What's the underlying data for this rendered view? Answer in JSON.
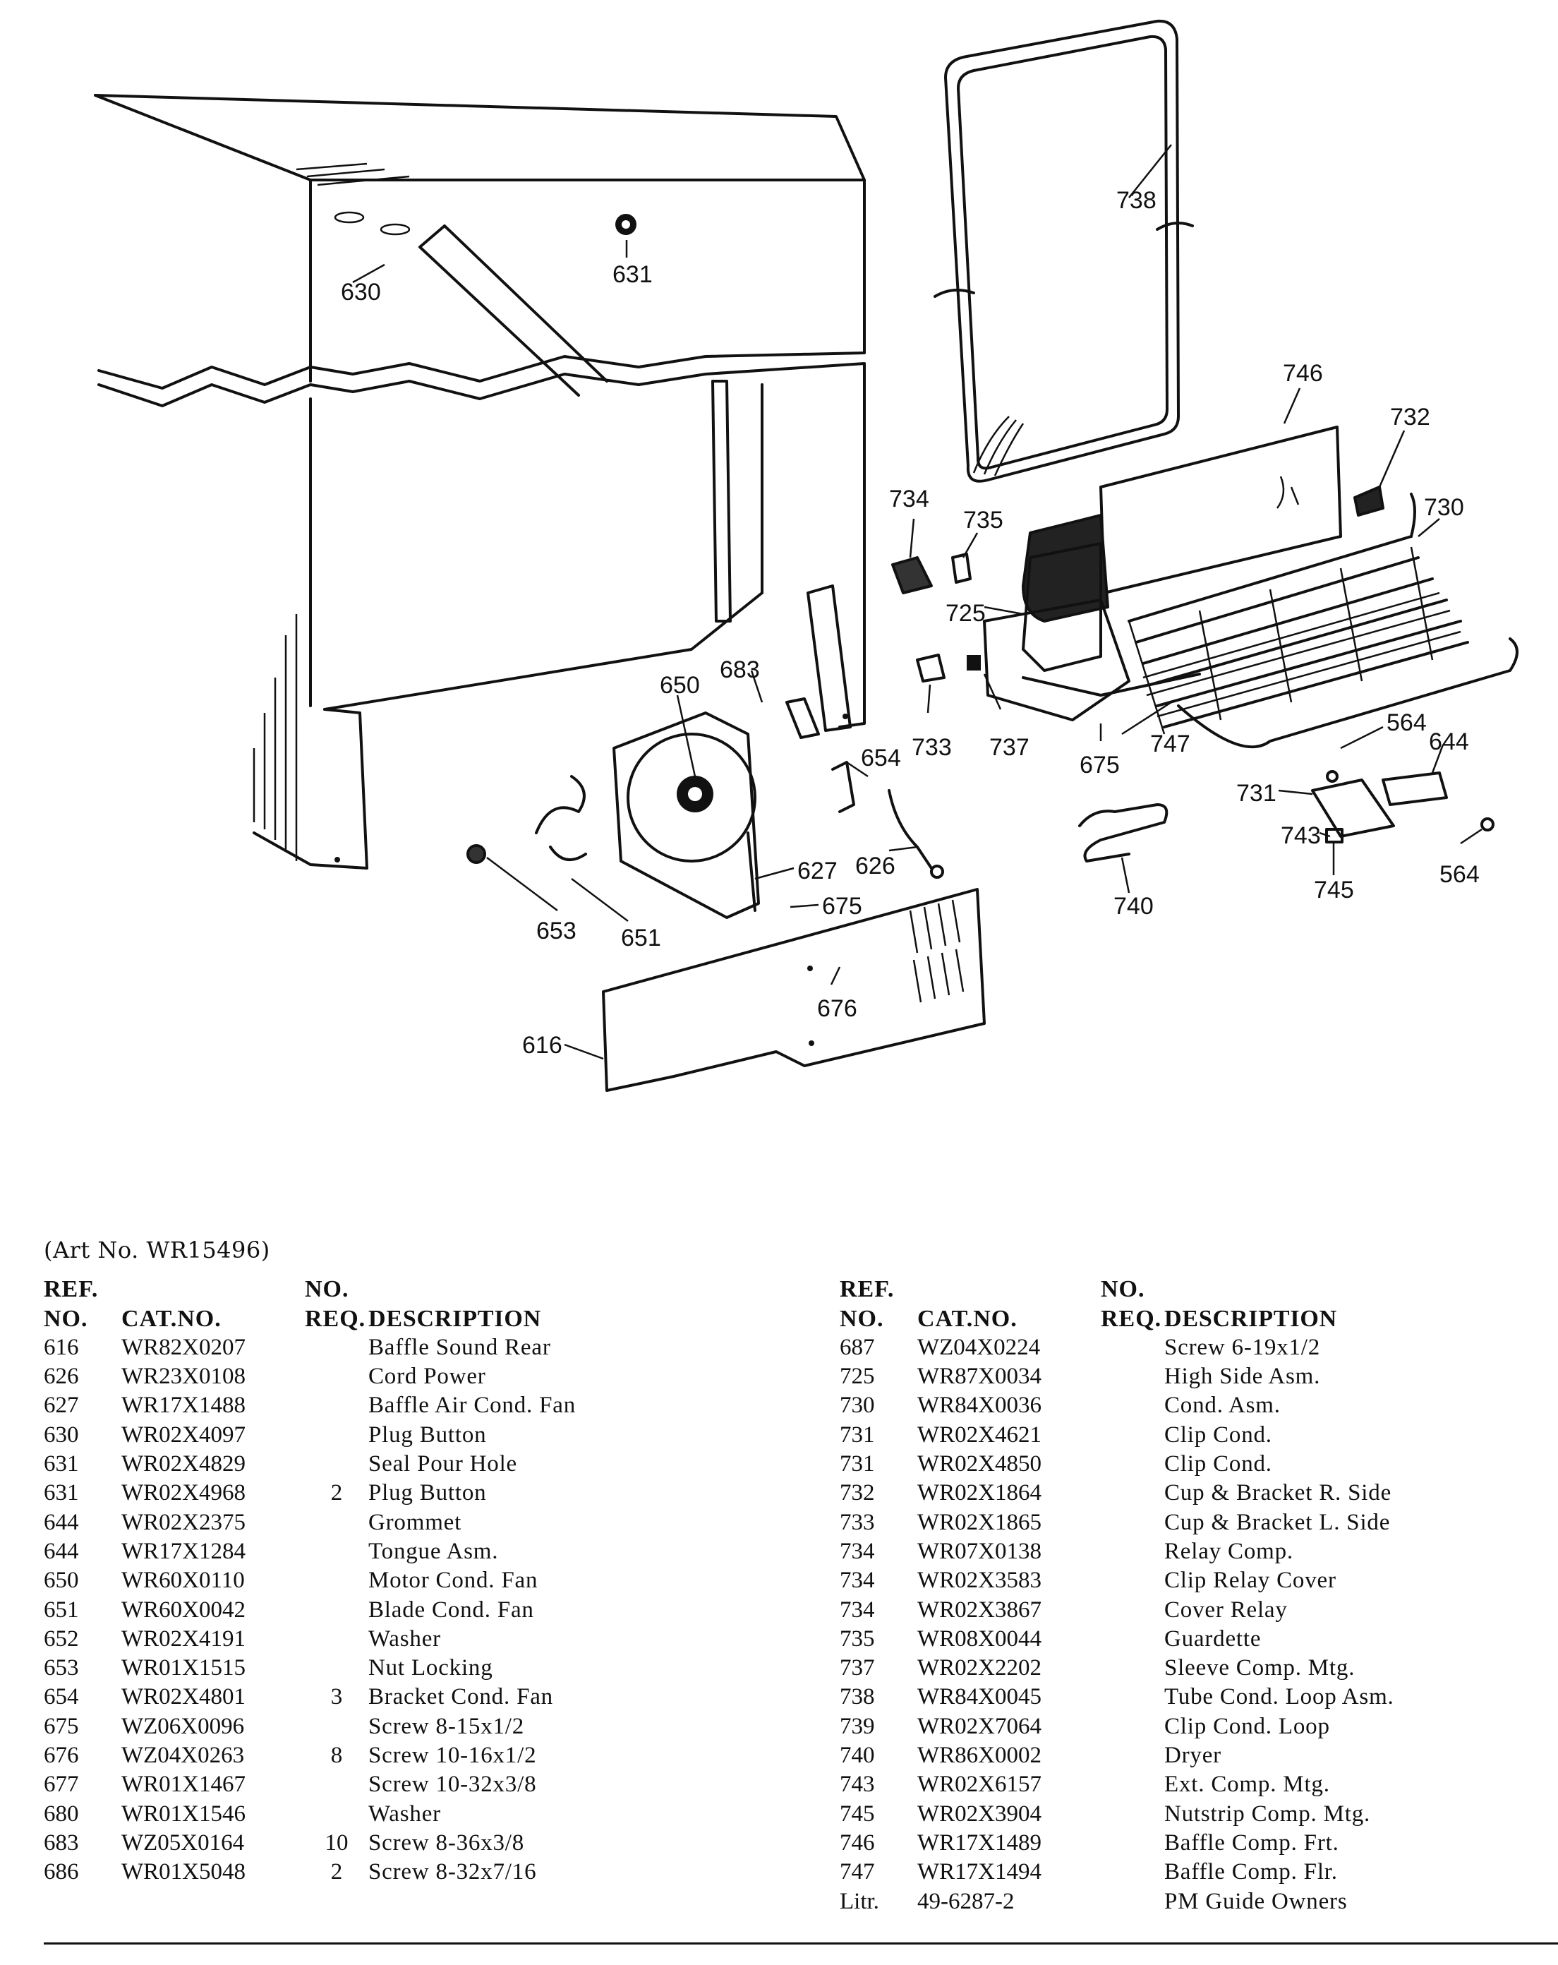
{
  "diagram": {
    "labels": {
      "l630": "630",
      "l631": "631",
      "l738": "738",
      "l746": "746",
      "l732": "732",
      "l730": "730",
      "l734": "734",
      "l735": "735",
      "l725": "725",
      "l683": "683",
      "l650": "650",
      "l654": "654",
      "l733": "733",
      "l737": "737",
      "l675a": "675",
      "l747": "747",
      "l564a": "564",
      "l644": "644",
      "l731": "731",
      "l743": "743",
      "l745": "745",
      "l564b": "564",
      "l740": "740",
      "l653": "653",
      "l651": "651",
      "l627": "627",
      "l626": "626",
      "l675b": "675",
      "l676": "676",
      "l616": "616"
    }
  },
  "caption": "(Art No. WR15496)",
  "headers": {
    "ref_top": "REF.",
    "ref_bottom": "NO.",
    "cat": "CAT.NO.",
    "req_top": "NO.",
    "req_bottom": "REQ.",
    "desc": "DESCRIPTION"
  },
  "left_rows": [
    {
      "ref": "616",
      "cat": "WR82X0207",
      "req": "",
      "desc": "Baffle Sound Rear"
    },
    {
      "ref": "626",
      "cat": "WR23X0108",
      "req": "",
      "desc": "Cord Power"
    },
    {
      "ref": "627",
      "cat": "WR17X1488",
      "req": "",
      "desc": "Baffle Air Cond. Fan"
    },
    {
      "ref": "630",
      "cat": "WR02X4097",
      "req": "",
      "desc": "Plug Button"
    },
    {
      "ref": "631",
      "cat": "WR02X4829",
      "req": "",
      "desc": "Seal Pour Hole"
    },
    {
      "ref": "631",
      "cat": "WR02X4968",
      "req": "2",
      "desc": "Plug Button"
    },
    {
      "ref": "644",
      "cat": "WR02X2375",
      "req": "",
      "desc": "Grommet"
    },
    {
      "ref": "644",
      "cat": "WR17X1284",
      "req": "",
      "desc": "Tongue Asm."
    },
    {
      "ref": "650",
      "cat": "WR60X0110",
      "req": "",
      "desc": "Motor Cond. Fan"
    },
    {
      "ref": "651",
      "cat": "WR60X0042",
      "req": "",
      "desc": "Blade Cond. Fan"
    },
    {
      "ref": "652",
      "cat": "WR02X4191",
      "req": "",
      "desc": "Washer"
    },
    {
      "ref": "653",
      "cat": "WR01X1515",
      "req": "",
      "desc": "Nut Locking"
    },
    {
      "ref": "654",
      "cat": "WR02X4801",
      "req": "3",
      "desc": "Bracket Cond. Fan"
    },
    {
      "ref": "675",
      "cat": "WZ06X0096",
      "req": "",
      "desc": "Screw 8-15x1/2"
    },
    {
      "ref": "676",
      "cat": "WZ04X0263",
      "req": "8",
      "desc": "Screw 10-16x1/2"
    },
    {
      "ref": "677",
      "cat": "WR01X1467",
      "req": "",
      "desc": "Screw 10-32x3/8"
    },
    {
      "ref": "680",
      "cat": "WR01X1546",
      "req": "",
      "desc": "Washer"
    },
    {
      "ref": "683",
      "cat": "WZ05X0164",
      "req": "10",
      "desc": "Screw 8-36x3/8"
    },
    {
      "ref": "686",
      "cat": "WR01X5048",
      "req": "2",
      "desc": "Screw 8-32x7/16"
    }
  ],
  "right_rows": [
    {
      "ref": "687",
      "cat": "WZ04X0224",
      "req": "",
      "desc": "Screw 6-19x1/2"
    },
    {
      "ref": "725",
      "cat": "WR87X0034",
      "req": "",
      "desc": "High Side Asm."
    },
    {
      "ref": "730",
      "cat": "WR84X0036",
      "req": "",
      "desc": "Cond. Asm."
    },
    {
      "ref": "731",
      "cat": "WR02X4621",
      "req": "",
      "desc": "Clip Cond."
    },
    {
      "ref": "731",
      "cat": "WR02X4850",
      "req": "",
      "desc": "Clip Cond."
    },
    {
      "ref": "732",
      "cat": "WR02X1864",
      "req": "",
      "desc": "Cup & Bracket R. Side"
    },
    {
      "ref": "733",
      "cat": "WR02X1865",
      "req": "",
      "desc": "Cup & Bracket L. Side"
    },
    {
      "ref": "734",
      "cat": "WR07X0138",
      "req": "",
      "desc": "Relay Comp."
    },
    {
      "ref": "734",
      "cat": "WR02X3583",
      "req": "",
      "desc": "Clip Relay Cover"
    },
    {
      "ref": "734",
      "cat": "WR02X3867",
      "req": "",
      "desc": "Cover Relay"
    },
    {
      "ref": "735",
      "cat": "WR08X0044",
      "req": "",
      "desc": "Guardette"
    },
    {
      "ref": "737",
      "cat": "WR02X2202",
      "req": "",
      "desc": "Sleeve Comp. Mtg."
    },
    {
      "ref": "738",
      "cat": "WR84X0045",
      "req": "",
      "desc": "Tube Cond. Loop Asm."
    },
    {
      "ref": "739",
      "cat": "WR02X7064",
      "req": "",
      "desc": "Clip Cond. Loop"
    },
    {
      "ref": "740",
      "cat": "WR86X0002",
      "req": "",
      "desc": "Dryer"
    },
    {
      "ref": "743",
      "cat": "WR02X6157",
      "req": "",
      "desc": "Ext. Comp. Mtg."
    },
    {
      "ref": "745",
      "cat": "WR02X3904",
      "req": "",
      "desc": "Nutstrip Comp. Mtg."
    },
    {
      "ref": "746",
      "cat": "WR17X1489",
      "req": "",
      "desc": "Baffle Comp. Frt."
    },
    {
      "ref": "747",
      "cat": "WR17X1494",
      "req": "",
      "desc": "Baffle Comp. Flr."
    },
    {
      "ref": "Litr.",
      "cat": "49-6287-2",
      "req": "",
      "desc": "PM Guide Owners"
    }
  ]
}
